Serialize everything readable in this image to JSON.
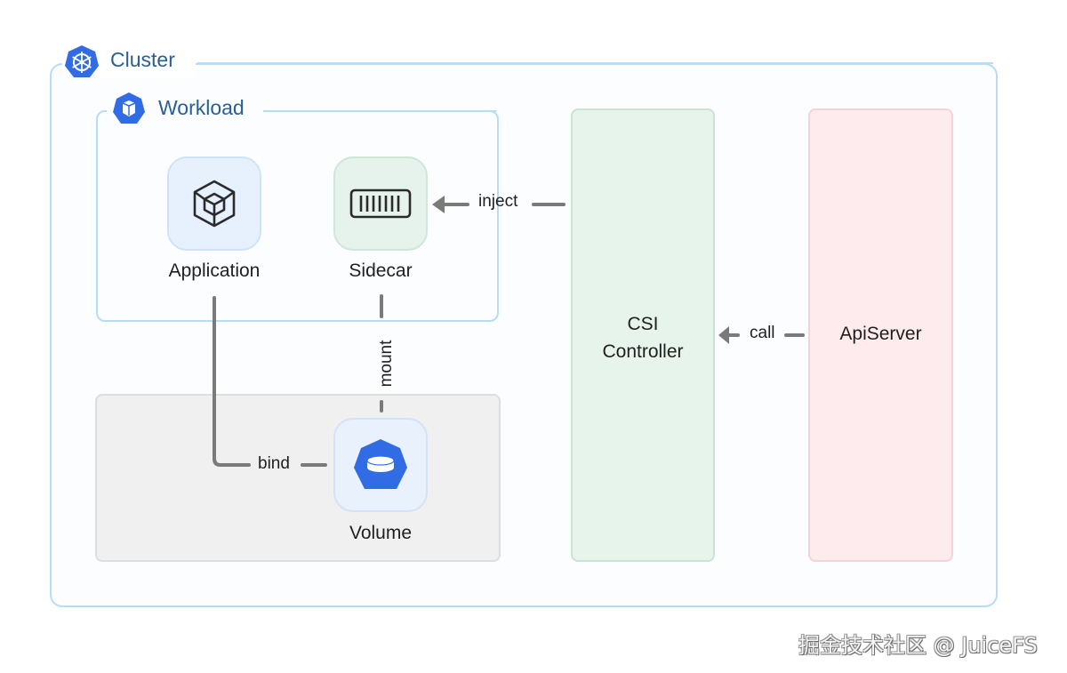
{
  "diagram": {
    "cluster": {
      "label": "Cluster",
      "icon": "kubernetes-helm-icon"
    },
    "workload": {
      "label": "Workload",
      "icon": "kubernetes-cube-icon"
    },
    "nodes": {
      "application": {
        "label": "Application",
        "icon": "cube-icon"
      },
      "sidecar": {
        "label": "Sidecar",
        "icon": "container-icon"
      },
      "volume": {
        "label": "Volume",
        "icon": "kubernetes-volume-icon"
      },
      "csi_controller": {
        "label_line1": "CSI",
        "label_line2": "Controller"
      },
      "api_server": {
        "label": "ApiServer"
      }
    },
    "edges": [
      {
        "from": "CSI Controller",
        "to": "Sidecar",
        "label": "inject"
      },
      {
        "from": "ApiServer",
        "to": "CSI Controller",
        "label": "call"
      },
      {
        "from": "Application",
        "to": "Volume",
        "label": "bind"
      },
      {
        "from": "Sidecar",
        "to": "Volume",
        "label": "mount"
      }
    ],
    "colors": {
      "cluster_border": "#b9dcf5",
      "title_text": "#2a5f94",
      "k8s_blue": "#326ce5",
      "csi_fill": "#e6f4ec",
      "api_fill": "#fdebee",
      "edge": "#7a7a7a"
    }
  },
  "watermark": "掘金技术社区 @ JuiceFS"
}
